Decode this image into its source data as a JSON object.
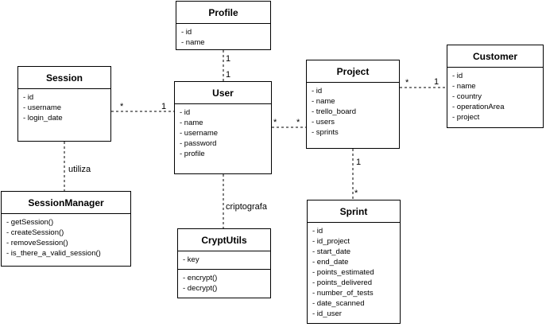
{
  "classes": {
    "profile": {
      "name": "Profile",
      "attributes": [
        "- id",
        "- name"
      ]
    },
    "session": {
      "name": "Session",
      "attributes": [
        "- id",
        "- username",
        "- login_date"
      ]
    },
    "user": {
      "name": "User",
      "attributes": [
        "- id",
        "- name",
        "- username",
        "- password",
        "- profile"
      ]
    },
    "project": {
      "name": "Project",
      "attributes": [
        "- id",
        "- name",
        "- trello_board",
        "- users",
        "- sprints"
      ]
    },
    "customer": {
      "name": "Customer",
      "attributes": [
        "- id",
        "- name",
        "- country",
        "- operationArea",
        "- project"
      ]
    },
    "session_manager": {
      "name": "SessionManager",
      "methods": [
        "- getSession()",
        "- createSession()",
        "- removeSession()",
        "- is_there_a_valid_session()"
      ]
    },
    "crypt_utils": {
      "name": "CryptUtils",
      "attributes": [
        "- key"
      ],
      "methods": [
        "- encrypt()",
        "- decrypt()"
      ]
    },
    "sprint": {
      "name": "Sprint",
      "attributes": [
        "- id",
        "- id_project",
        "- start_date",
        "- end_date",
        "- points_estimated",
        "- points_delivered",
        "- number_of_tests",
        "- date_scanned",
        "- id_user"
      ]
    }
  },
  "relations": {
    "profile_user": {
      "from_mult": "1",
      "to_mult": "1"
    },
    "session_user": {
      "from_mult": "*",
      "to_mult": "1"
    },
    "user_project": {
      "from_mult": "*",
      "to_mult": "*"
    },
    "project_customer": {
      "from_mult": "*",
      "to_mult": "1"
    },
    "project_sprint": {
      "from_mult": "1",
      "to_mult": "*"
    },
    "session_manager": {
      "label": "utiliza"
    },
    "user_crypt": {
      "label": "criptografa"
    }
  }
}
